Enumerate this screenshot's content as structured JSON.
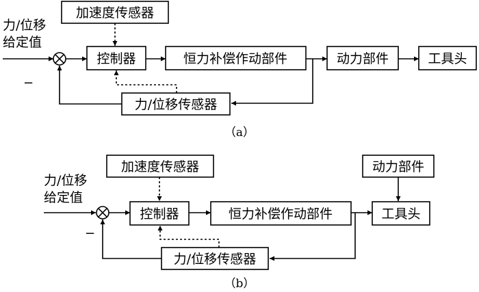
{
  "diagram_a": {
    "input_line1": "力/位移",
    "input_line2": "给定值",
    "accel_sensor": "加速度传感器",
    "controller": "控制器",
    "compensator": "恒力补偿作动部件",
    "power_unit": "动力部件",
    "tool_head": "工具头",
    "feedback_sensor": "力/位移传感器",
    "minus_sign": "−",
    "caption": "（a）"
  },
  "diagram_b": {
    "input_line1": "力/位移",
    "input_line2": "给定值",
    "accel_sensor": "加速度传感器",
    "controller": "控制器",
    "compensator": "恒力补偿作动部件",
    "power_unit": "动力部件",
    "tool_head": "工具头",
    "feedback_sensor": "力/位移传感器",
    "minus_sign": "−",
    "caption": "（b）"
  }
}
